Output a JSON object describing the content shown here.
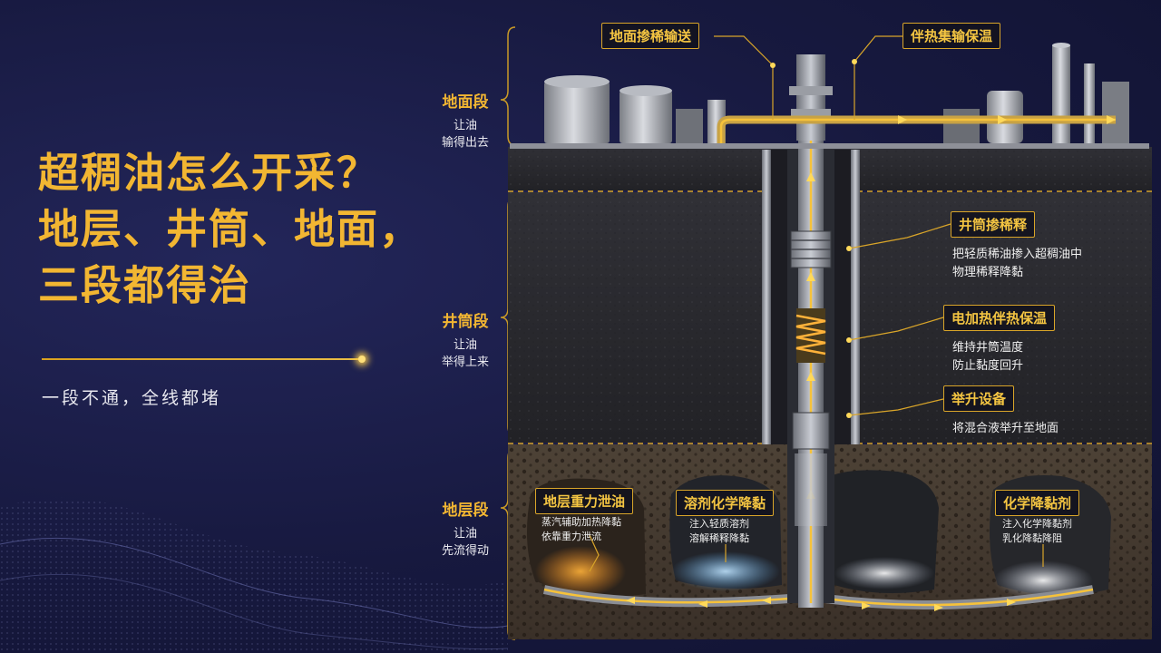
{
  "title_lines": [
    "超稠油怎么开采？",
    "地层、井筒、地面，",
    "三段都得治"
  ],
  "subtitle": "一段不通，全线都堵",
  "segments": [
    {
      "title": "地面段",
      "desc1": "让油",
      "desc2": "输得出去"
    },
    {
      "title": "井筒段",
      "desc1": "让油",
      "desc2": "举得上来"
    },
    {
      "title": "地层段",
      "desc1": "让油",
      "desc2": "先流得动"
    }
  ],
  "surface_labels": {
    "dilution": "地面掺稀输送",
    "heat_trace": "伴热集输保温"
  },
  "wellbore": {
    "dilution": {
      "label": "井筒掺稀释",
      "note1": "把轻质稀油掺入超稠油中",
      "note2": "物理稀释降黏"
    },
    "heating": {
      "label": "电加热伴热保温",
      "note1": "维持井筒温度",
      "note2": "防止黏度回升"
    },
    "lift": {
      "label": "举升设备",
      "note1": "将混合液举升至地面"
    }
  },
  "formation": {
    "gravity": {
      "label": "地层重力泄油",
      "note1": "蒸汽辅助加热降黏",
      "note2": "依靠重力泄流"
    },
    "solvent": {
      "label": "溶剂化学降黏",
      "note1": "注入轻质溶剂",
      "note2": "溶解稀释降黏"
    },
    "chemical": {
      "label": "化学降黏剂",
      "note1": "注入化学降黏剂",
      "note2": "乳化降黏降阻"
    }
  },
  "colors": {
    "accent": "#f2b632",
    "background": "#15173a",
    "rock": "#2a2a2e",
    "soil": "#4a3d30",
    "flow": "#f6c23a"
  }
}
